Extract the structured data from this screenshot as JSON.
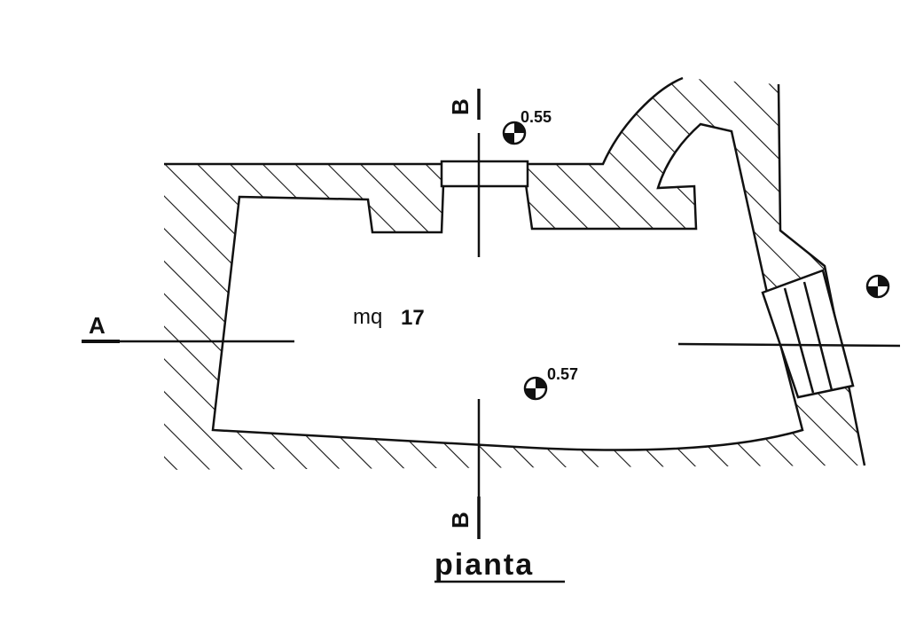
{
  "drawing": {
    "title": "pianta",
    "area_label": "mq",
    "area_value": "17",
    "section_a_label": "A",
    "section_b_label_top": "B",
    "section_b_label_bottom": "B",
    "elevation_north": "0.55",
    "elevation_center": "0.57",
    "colors": {
      "ink": "#111111",
      "paper": "#ffffff"
    }
  }
}
